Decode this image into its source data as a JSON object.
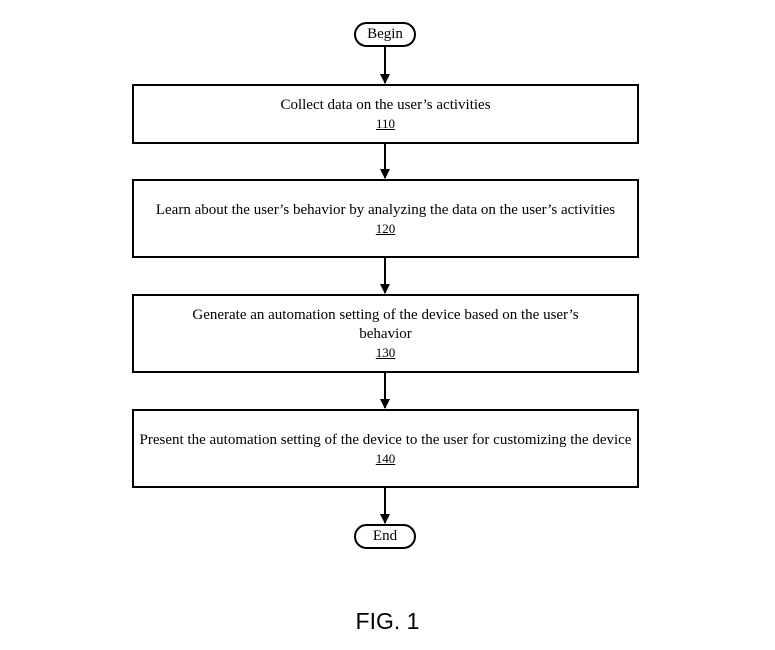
{
  "flowchart": {
    "begin_label": "Begin",
    "end_label": "End",
    "steps": [
      {
        "text": "Collect data on the user’s activities",
        "ref": "110"
      },
      {
        "text": "Learn about the user’s behavior by analyzing the data on the user’s activities",
        "ref": "120"
      },
      {
        "text": "Generate an automation setting of the device based on the user’s behavior",
        "ref": "130"
      },
      {
        "text": "Present the automation setting of the device to the user for customizing the device",
        "ref": "140"
      }
    ]
  },
  "figure": {
    "caption": "FIG. 1"
  },
  "colors": {
    "stroke": "#000000",
    "background": "#ffffff"
  }
}
